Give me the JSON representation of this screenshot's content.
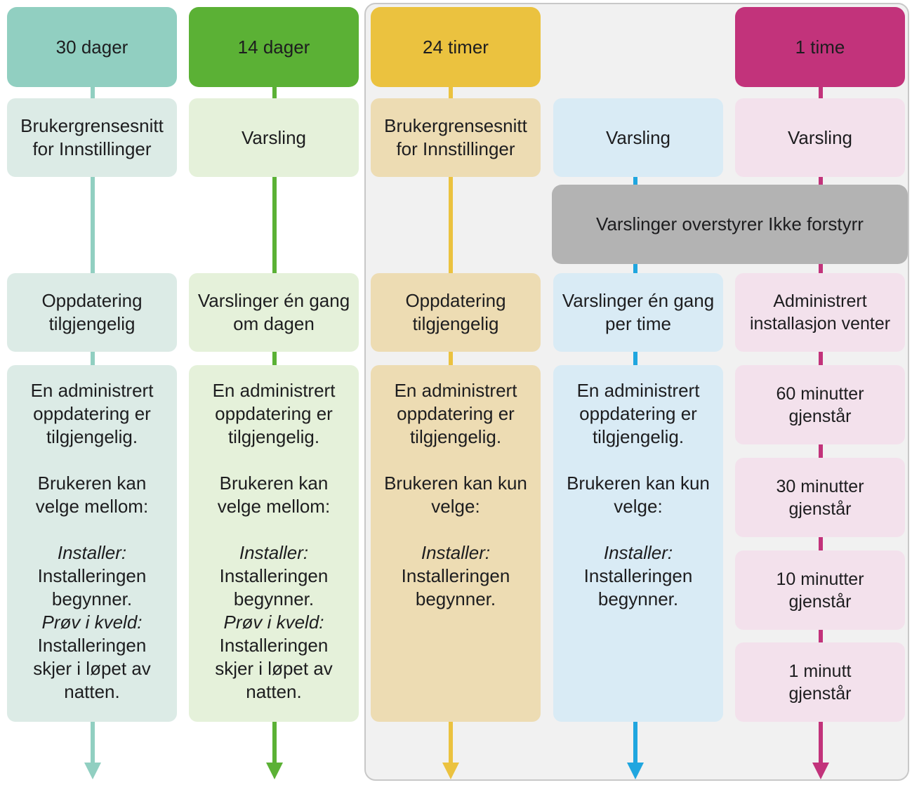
{
  "colors": {
    "col1": {
      "accent": "#91cfc1",
      "light": "#dcebe6"
    },
    "col2": {
      "accent": "#5bb135",
      "light": "#e5f1da"
    },
    "col3": {
      "accent": "#ebc23f",
      "light": "#eddcb3"
    },
    "col4": {
      "accent": "#20a6df",
      "light": "#d9ebf5"
    },
    "col5": {
      "accent": "#c2337b",
      "light": "#f3e1ec"
    },
    "override": "#b3b3b3",
    "panel": "#f1f1f1"
  },
  "columns": [
    {
      "header": "30 dager",
      "top_box": [
        "Brukergrensesnitt",
        "for Innstillinger"
      ],
      "middle_box": [
        "Oppdatering",
        "tilgjengelig"
      ],
      "detail": {
        "intro": [
          "En administrert",
          "oppdatering er",
          "tilgjengelig."
        ],
        "choice": [
          "Brukeren kan",
          "velge mellom:"
        ],
        "option1_label": "Installer:",
        "option1_text": [
          "Installeringen",
          "begynner."
        ],
        "option2_label": "Prøv i kveld:",
        "option2_text": [
          "Installeringen",
          "skjer i løpet av",
          "natten."
        ]
      }
    },
    {
      "header": "14 dager",
      "top_box": [
        "Varsling"
      ],
      "middle_box": [
        "Varslinger én gang",
        "om dagen"
      ],
      "detail": {
        "intro": [
          "En administrert",
          "oppdatering er",
          "tilgjengelig."
        ],
        "choice": [
          "Brukeren kan",
          "velge mellom:"
        ],
        "option1_label": "Installer:",
        "option1_text": [
          "Installeringen",
          "begynner."
        ],
        "option2_label": "Prøv i kveld:",
        "option2_text": [
          "Installeringen",
          "skjer i løpet av",
          "natten."
        ]
      }
    },
    {
      "header": "24 timer",
      "top_box": [
        "Brukergrensesnitt",
        "for Innstillinger"
      ],
      "middle_box": [
        "Oppdatering",
        "tilgjengelig"
      ],
      "detail": {
        "intro": [
          "En administrert",
          "oppdatering er",
          "tilgjengelig."
        ],
        "choice": [
          "Brukeren kan kun",
          "velge:"
        ],
        "option1_label": "Installer:",
        "option1_text": [
          "Installeringen",
          "begynner."
        ]
      }
    },
    {
      "top_box": [
        "Varsling"
      ],
      "middle_box": [
        "Varslinger én gang",
        "per time"
      ],
      "detail": {
        "intro": [
          "En administrert",
          "oppdatering er",
          "tilgjengelig."
        ],
        "choice": [
          "Brukeren kan kun",
          "velge:"
        ],
        "option1_label": "Installer:",
        "option1_text": [
          "Installeringen",
          "begynner."
        ]
      }
    },
    {
      "header": "1 time",
      "top_box": [
        "Varsling"
      ],
      "middle_box": [
        "Administrert",
        "installasjon venter"
      ],
      "countdown": [
        [
          "60 minutter",
          "gjenstår"
        ],
        [
          "30 minutter",
          "gjenstår"
        ],
        [
          "10 minutter",
          "gjenstår"
        ],
        [
          "1 minutt",
          "gjenstår"
        ]
      ]
    }
  ],
  "override_box": "Varslinger overstyrer Ikke forstyrr"
}
